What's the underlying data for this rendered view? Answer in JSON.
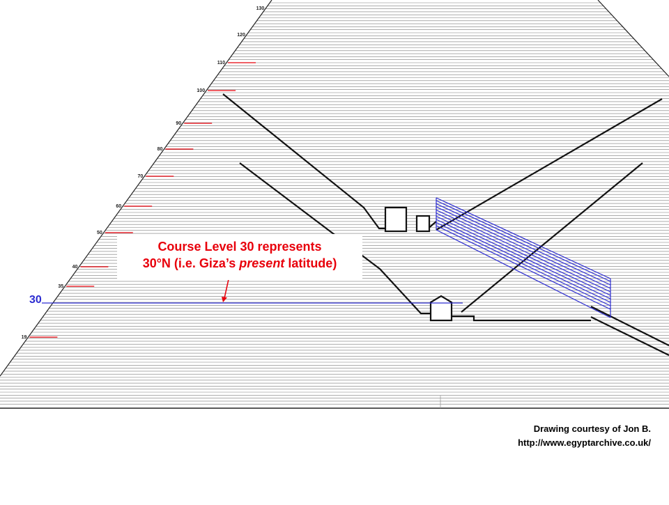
{
  "diagram": {
    "course_labels": [
      "130",
      "120",
      "110",
      "100",
      "90",
      "80",
      "70",
      "60",
      "50",
      "40",
      "35",
      "19"
    ],
    "highlight_level_label": "30",
    "annotation": {
      "line1": "Course Level 30 represents",
      "line2_before": "30°N (i.e. Giza’s ",
      "line2_em": "present",
      "line2_after": " latitude)"
    },
    "credit": {
      "line1": "Drawing courtesy of Jon B.",
      "line2": "http://www.egyptarchive.co.uk/"
    },
    "colors": {
      "marker_red": "#e8000b",
      "highlight_blue": "#2b2bd0",
      "structure": "#111111",
      "course_lines": "#7a7a7a"
    }
  }
}
